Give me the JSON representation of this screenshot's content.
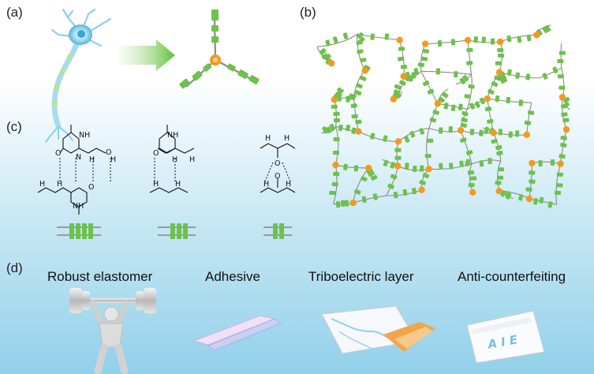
{
  "panel_labels": {
    "a": "(a)",
    "b": "(b)",
    "c": "(c)",
    "d": "(d)"
  },
  "applications": [
    {
      "label": "Robust elastomer",
      "icon": "weightlifter-icon"
    },
    {
      "label": "Adhesive",
      "icon": "adhesive-sheets-icon"
    },
    {
      "label": "Triboelectric layer",
      "icon": "triboelectric-film-icon"
    },
    {
      "label": "Anti-counterfeiting",
      "icon": "aie-paper-icon"
    }
  ],
  "aie_text": "A I E",
  "chem_atoms": {
    "N": "N",
    "H": "H",
    "O": "O",
    "NH": "NH"
  },
  "colors": {
    "green": "#6cc24a",
    "orange": "#f39a1e",
    "gray_link": "#8a8a8a",
    "bg_top": "#ffffff",
    "bg_bottom": "#9cd5ec"
  }
}
